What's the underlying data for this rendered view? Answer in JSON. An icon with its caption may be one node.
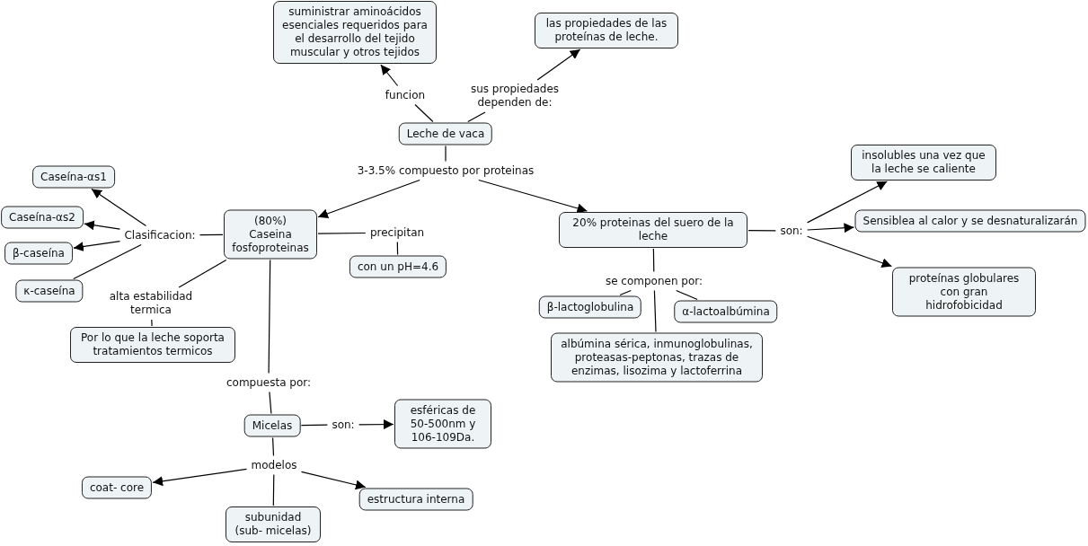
{
  "diagram": {
    "nodes": [
      {
        "text": [
          "suministrar aminoácidos esenciales requeridos para el desarrollo del tejido muscular y otros tejidos"
        ]
      },
      {
        "text": [
          "las propiedades de las proteínas de leche."
        ]
      },
      {
        "text": [
          "funcion"
        ]
      },
      {
        "text": [
          "sus propiedades dependen de:"
        ]
      },
      {
        "text": [
          "Leche de vaca"
        ]
      },
      {
        "text": [
          "3-3.5% compuesto por proteinas"
        ]
      },
      {
        "text": [
          "Caseína-αs1"
        ]
      },
      {
        "text": [
          "Caseína-αs2"
        ]
      },
      {
        "text": [
          "β-caseína"
        ]
      },
      {
        "text": [
          "Clasificacion:"
        ]
      },
      {
        "text": [
          "(80%) Caseina fosfoproteinas"
        ]
      },
      {
        "text": [
          "precipitan"
        ]
      },
      {
        "text": [
          "20% proteinas del suero de la leche"
        ]
      },
      {
        "text": [
          "son:"
        ]
      },
      {
        "text": [
          "insolubles una vez que la leche se caliente"
        ]
      },
      {
        "text": [
          "Sensiblea al calor y se desnaturalizarán"
        ]
      },
      {
        "text": [
          "κ-caseína"
        ]
      },
      {
        "text": [
          "con un pH=4.6"
        ]
      },
      {
        "text": [
          "proteínas globulares con gran hidrofobicidad"
        ]
      },
      {
        "text": [
          "se componen por:"
        ]
      },
      {
        "text": [
          "alta estabilidad termica"
        ]
      },
      {
        "text": [
          "β-lactoglobulina"
        ]
      },
      {
        "text": [
          "α-lactoalbúmina"
        ]
      },
      {
        "text": [
          "Por lo que la leche soporta tratamientos termicos"
        ]
      },
      {
        "text": [
          "albúmina sérica, inmunoglobulinas, proteasas-peptonas, trazas de enzimas, lisozima y lactoferrina"
        ]
      },
      {
        "text": [
          "compuesta por:"
        ]
      },
      {
        "text": [
          "Micelas"
        ]
      },
      {
        "text": [
          "son:"
        ]
      },
      {
        "text": [
          "esféricas de 50-500nm y 106-109Da."
        ]
      },
      {
        "text": [
          "modelos"
        ]
      },
      {
        "text": [
          "coat- core"
        ]
      },
      {
        "text": [
          "estructura interna"
        ]
      },
      {
        "text": [
          "subunidad (sub- micelas)"
        ]
      }
    ],
    "edges": [
      {
        "from": 4,
        "to": 2,
        "arrow": "none"
      },
      {
        "from": 2,
        "to": 0,
        "arrow": "to"
      },
      {
        "from": 4,
        "to": 3,
        "arrow": "none"
      },
      {
        "from": 3,
        "to": 1,
        "arrow": "to"
      },
      {
        "from": 4,
        "to": 5,
        "arrow": "none"
      },
      {
        "from": 5,
        "to": 10,
        "arrow": "to"
      },
      {
        "from": 5,
        "to": 12,
        "arrow": "to"
      },
      {
        "from": 10,
        "to": 9,
        "arrow": "none"
      },
      {
        "from": 9,
        "to": 6,
        "arrow": "to"
      },
      {
        "from": 9,
        "to": 7,
        "arrow": "to"
      },
      {
        "from": 9,
        "to": 8,
        "arrow": "to"
      },
      {
        "from": 9,
        "to": 16,
        "arrow": "none"
      },
      {
        "from": 10,
        "to": 11,
        "arrow": "none"
      },
      {
        "from": 11,
        "to": 17,
        "arrow": "none"
      },
      {
        "from": 10,
        "to": 20,
        "arrow": "none"
      },
      {
        "from": 20,
        "to": 23,
        "arrow": "none"
      },
      {
        "from": 10,
        "to": 25,
        "arrow": "none"
      },
      {
        "from": 25,
        "to": 26,
        "arrow": "none"
      },
      {
        "from": 12,
        "to": 13,
        "arrow": "none"
      },
      {
        "from": 13,
        "to": 14,
        "arrow": "to"
      },
      {
        "from": 13,
        "to": 15,
        "arrow": "to"
      },
      {
        "from": 13,
        "to": 18,
        "arrow": "to"
      },
      {
        "from": 12,
        "to": 19,
        "arrow": "none"
      },
      {
        "from": 19,
        "to": 21,
        "arrow": "none"
      },
      {
        "from": 19,
        "to": 22,
        "arrow": "none"
      },
      {
        "from": 19,
        "to": 24,
        "arrow": "none"
      },
      {
        "from": 26,
        "to": 27,
        "arrow": "none"
      },
      {
        "from": 27,
        "to": 28,
        "arrow": "to"
      },
      {
        "from": 26,
        "to": 29,
        "arrow": "none"
      },
      {
        "from": 29,
        "to": 30,
        "arrow": "to"
      },
      {
        "from": 29,
        "to": 31,
        "arrow": "to"
      },
      {
        "from": 29,
        "to": 32,
        "arrow": "none"
      }
    ]
  }
}
